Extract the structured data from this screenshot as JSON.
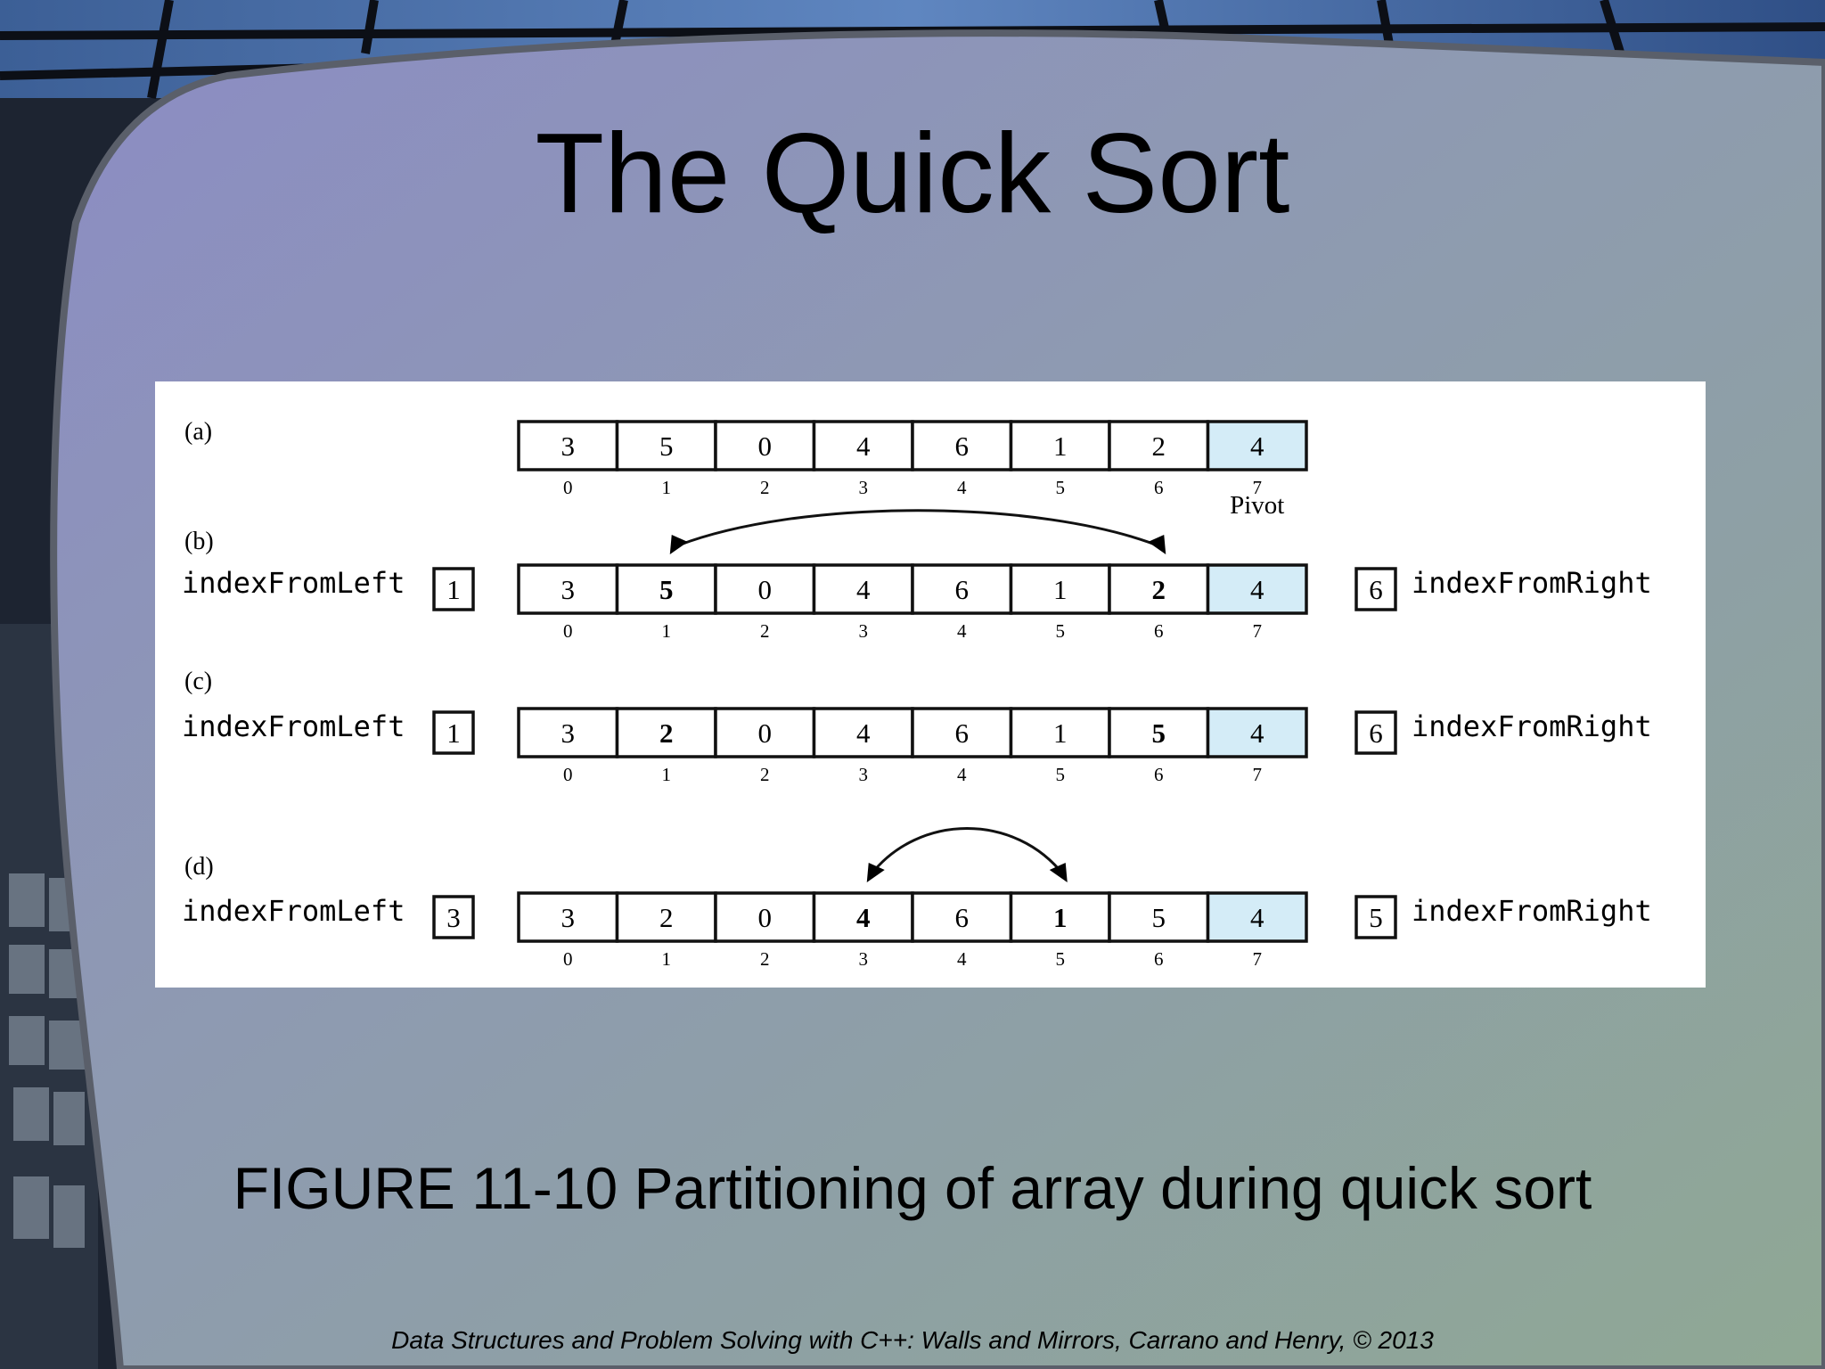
{
  "slide": {
    "title": "The Quick Sort",
    "caption": "FIGURE 11-10 Partitioning of array during quick sort",
    "footer": "Data Structures and Problem Solving with C++: Walls and Mirrors, Carrano and Henry, ©  2013"
  },
  "figure": {
    "left_label": "indexFromLeft",
    "right_label": "indexFromRight",
    "pivot_label": "Pivot",
    "indices": [
      "0",
      "1",
      "2",
      "3",
      "4",
      "5",
      "6",
      "7"
    ],
    "colors": {
      "pivot_fill": "#d4ecf7",
      "cell_stroke": "#111111"
    },
    "rows": [
      {
        "label": "(a)",
        "values": [
          "3",
          "5",
          "0",
          "4",
          "6",
          "1",
          "2",
          "4"
        ],
        "bold": [],
        "left_index": "",
        "right_index": "",
        "swap": null,
        "show_pivot": true
      },
      {
        "label": "(b)",
        "values": [
          "3",
          "5",
          "0",
          "4",
          "6",
          "1",
          "2",
          "4"
        ],
        "bold": [
          1,
          6
        ],
        "left_index": "1",
        "right_index": "6",
        "swap": [
          1,
          6
        ],
        "show_pivot": false
      },
      {
        "label": "(c)",
        "values": [
          "3",
          "2",
          "0",
          "4",
          "6",
          "1",
          "5",
          "4"
        ],
        "bold": [
          1,
          6
        ],
        "left_index": "1",
        "right_index": "6",
        "swap": null,
        "show_pivot": false
      },
      {
        "label": "(d)",
        "values": [
          "3",
          "2",
          "0",
          "4",
          "6",
          "1",
          "5",
          "4"
        ],
        "bold": [
          3,
          5
        ],
        "left_index": "3",
        "right_index": "5",
        "swap": [
          3,
          5
        ],
        "show_pivot": false
      }
    ]
  }
}
